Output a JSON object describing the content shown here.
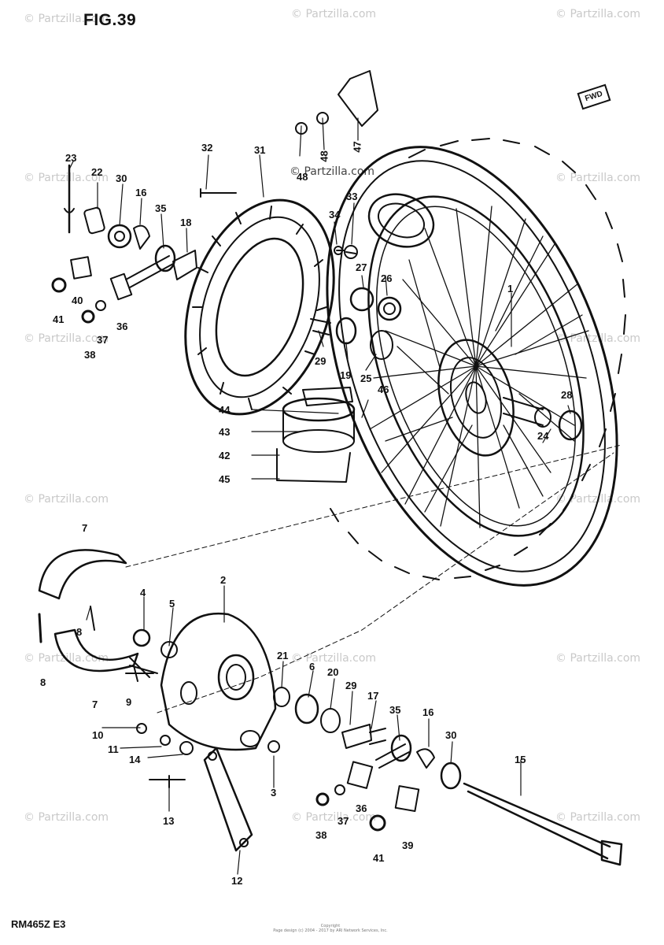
{
  "figure": {
    "title": "FIG.39",
    "model_code": "RM465Z E3"
  },
  "direction_tag": "FWD",
  "watermark_text": "© Partzilla.com",
  "copyright": {
    "line1": "Copyright",
    "line2": "Page design (c) 2004 - 2017 by ARI Network Services, Inc."
  },
  "callouts": {
    "c1": "1",
    "c2": "2",
    "c3": "3",
    "c4": "4",
    "c5": "5",
    "c6": "6",
    "c7a": "7",
    "c7b": "7",
    "c8a": "8",
    "c8b": "8",
    "c9": "9",
    "c10": "10",
    "c11": "11",
    "c12": "12",
    "c13": "13",
    "c14": "14",
    "c15": "15",
    "c16a": "16",
    "c16b": "16",
    "c17": "17",
    "c18": "18",
    "c19": "19",
    "c20": "20",
    "c21": "21",
    "c22": "22",
    "c23": "23",
    "c24": "24",
    "c25": "25",
    "c26": "26",
    "c27": "27",
    "c28": "28",
    "c29a": "29",
    "c29b": "29",
    "c30a": "30",
    "c30b": "30",
    "c31": "31",
    "c32": "32",
    "c33": "33",
    "c34": "34",
    "c35a": "35",
    "c35b": "35",
    "c36a": "36",
    "c36b": "36",
    "c37a": "37",
    "c37b": "37",
    "c38a": "38",
    "c38b": "38",
    "c39": "39",
    "c40": "40",
    "c41a": "41",
    "c41b": "41",
    "c42": "42",
    "c43": "43",
    "c44": "44",
    "c45": "45",
    "c46": "46",
    "c47": "47",
    "c48a": "48",
    "c48b": "48"
  }
}
